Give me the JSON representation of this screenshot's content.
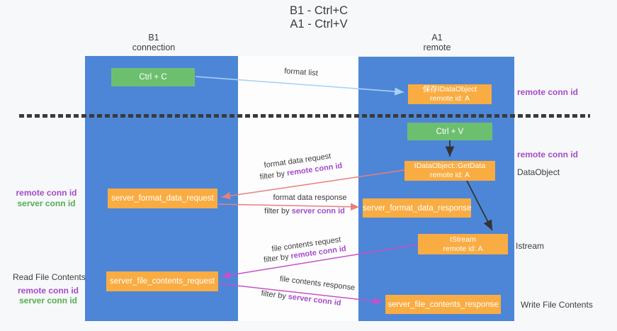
{
  "title": {
    "line1": "B1 - Ctrl+C",
    "line2": "A1 - Ctrl+V"
  },
  "columns": {
    "b1": {
      "name": "B1",
      "subtitle": "connection"
    },
    "a1": {
      "name": "A1",
      "subtitle": "remote"
    }
  },
  "nodes": {
    "ctrl_c": {
      "label": "Ctrl + C"
    },
    "ctrl_v": {
      "label": "Ctrl + V"
    },
    "save_idataobject": {
      "line1": "保存IDataObject",
      "line2": "remote id: A"
    },
    "getdata": {
      "line1": "IDataObject::GetData",
      "line2": "remote id: A"
    },
    "istream": {
      "line1": "IStream",
      "line2": "remote id: A"
    },
    "server_format_data_request": {
      "label": "server_format_data_request"
    },
    "server_format_data_response": {
      "label": "server_format_data_response"
    },
    "server_file_contents_request": {
      "label": "server_file_contents_request"
    },
    "server_file_contents_response": {
      "label": "server_file_contents_response"
    }
  },
  "flow_labels": {
    "format_list": "format list",
    "format_data_request": "format data request",
    "format_data_request_filter_prefix": "filter by ",
    "format_data_request_filter_key": "remote conn id",
    "format_data_response": "format data response",
    "format_data_response_filter_prefix": "filter by ",
    "format_data_response_filter_key": "server conn id",
    "file_contents_request": "file contents request",
    "file_contents_request_filter_prefix": "filter by ",
    "file_contents_request_filter_key": "remote conn id",
    "file_contents_response": "file contents response",
    "file_contents_response_filter_prefix": "filter by ",
    "file_contents_response_filter_key": "server conn id"
  },
  "side_labels": {
    "right_remote_conn_id_top": "remote conn id",
    "right_remote_conn_id_mid": "remote conn id",
    "right_dataobject": "DataObject",
    "right_istream": "Istream",
    "right_write_file_contents": "Write File Contents",
    "left_remote_conn_id_top": "remote conn id",
    "left_server_conn_id_top": "server conn id",
    "left_read_file_contents": "Read File Contents",
    "left_remote_conn_id_bottom": "remote conn id",
    "left_server_conn_id_bottom": "server conn id"
  },
  "colors": {
    "column_blue": "#4d86d7",
    "node_green": "#6dbf70",
    "node_orange": "#f9ac42",
    "arrow_light_blue": "#a9d2f3",
    "arrow_black": "#333333",
    "arrow_salmon": "#e87f7c",
    "arrow_magenta": "#c94fc9",
    "text_purple": "#a44bc8",
    "text_green": "#53ae53",
    "text_dark": "#3c3c3c"
  }
}
